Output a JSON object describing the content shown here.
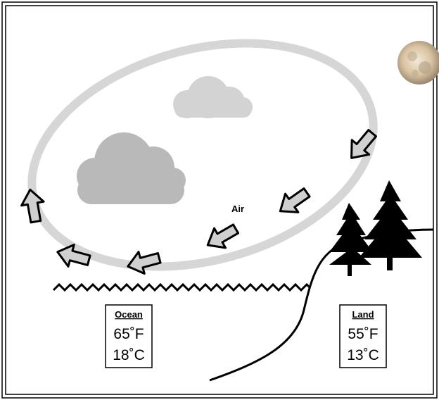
{
  "diagram": {
    "air_label": "Air",
    "ocean": {
      "title": "Ocean",
      "temp_f": "65˚F",
      "temp_c": "18˚C"
    },
    "land": {
      "title": "Land",
      "temp_f": "55˚F",
      "temp_c": "13˚C"
    }
  },
  "colors": {
    "loop": "#d6d6d6",
    "cloud_light": "#d3d3d3",
    "cloud_dark": "#b9b9b9",
    "arrow_fill": "#d0d0d0",
    "ink": "#000000"
  },
  "icons": [
    "moon-icon",
    "cloud-icon",
    "tree-icon",
    "arrow-icon",
    "wave-icon"
  ]
}
